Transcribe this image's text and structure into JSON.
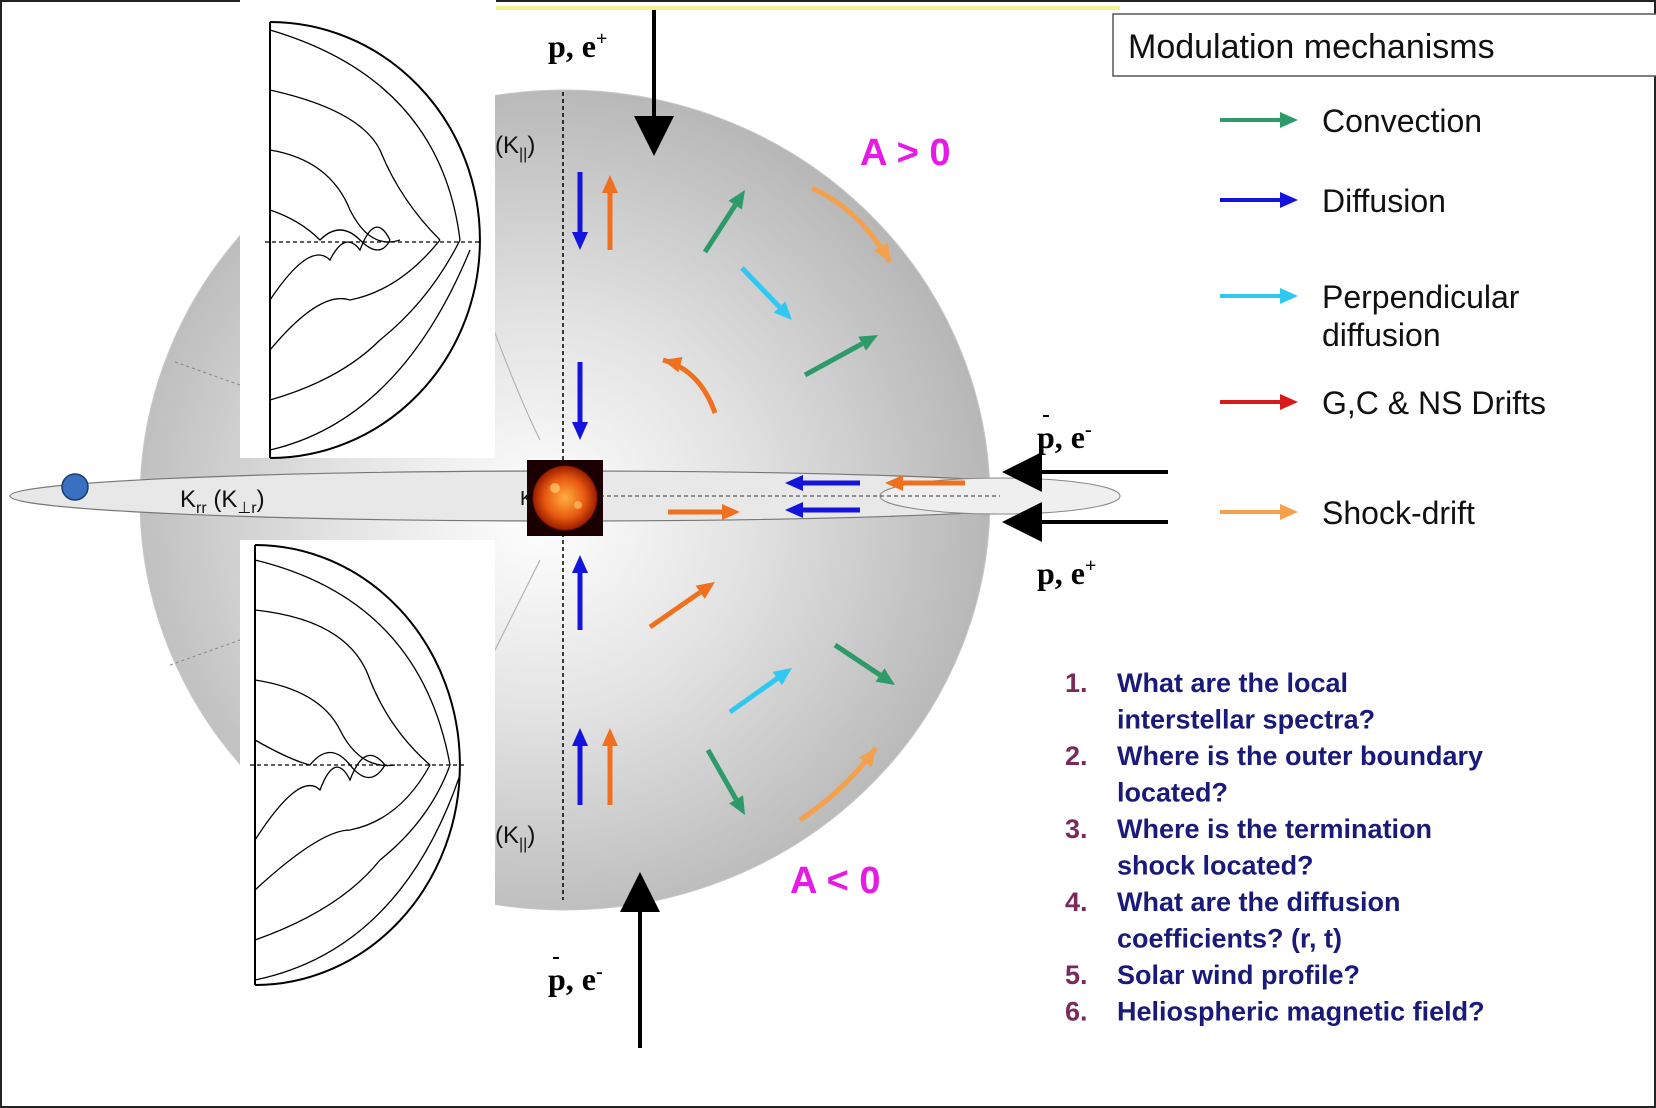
{
  "labels": {
    "top_particles": "p, e",
    "top_particles_sup": "+",
    "bottom_particles": "p, e",
    "bottom_particles_sup": "-",
    "right_top_particles": "p, e",
    "right_top_particles_sup": "-",
    "right_bottom_particles": "p, e",
    "right_bottom_particles_sup": "+",
    "k_parallel_top": "(K",
    "k_parallel_top_sub": "||",
    "k_parallel_bottom": "(K",
    "k_parallel_bottom_sub": "||",
    "k_rr": "K",
    "k_rr_sub": "rr",
    "k_perp": "(K",
    "k_perp_sub": "⊥r",
    "sun_letter": "K",
    "a_positive": "A > 0",
    "a_negative": "A < 0"
  },
  "legend": {
    "title": "Modulation mechanisms",
    "items": [
      {
        "label": "Convection",
        "color": "#2e9a6a"
      },
      {
        "label": "Diffusion",
        "color": "#1414dc"
      },
      {
        "label": "Perpendicular",
        "label2": "diffusion",
        "color": "#2ec8f0"
      },
      {
        "label": "G,C & NS Drifts",
        "color": "#d81a1a"
      },
      {
        "label": "Shock-drift",
        "color": "#f5a04a"
      }
    ]
  },
  "questions": [
    {
      "num": "1.",
      "lines": [
        "What are the local",
        "interstellar spectra?"
      ]
    },
    {
      "num": "2.",
      "lines": [
        "Where is the outer boundary",
        "located?"
      ]
    },
    {
      "num": "3.",
      "lines": [
        "Where is the termination",
        "shock located?"
      ]
    },
    {
      "num": "4.",
      "lines": [
        "What are the diffusion",
        "coefficients?     (r, t)"
      ]
    },
    {
      "num": "5.",
      "lines": [
        "Solar wind profile?"
      ]
    },
    {
      "num": "6.",
      "lines": [
        "Heliospheric magnetic field?"
      ]
    }
  ],
  "colors": {
    "convection": "#2e9a6a",
    "diffusion": "#1414dc",
    "perpendicular": "#2ec8f0",
    "drifts": "#d81a1a",
    "shock": "#f5a04a",
    "orange_arrow": "#f07020",
    "magenta": "#e619e6"
  }
}
